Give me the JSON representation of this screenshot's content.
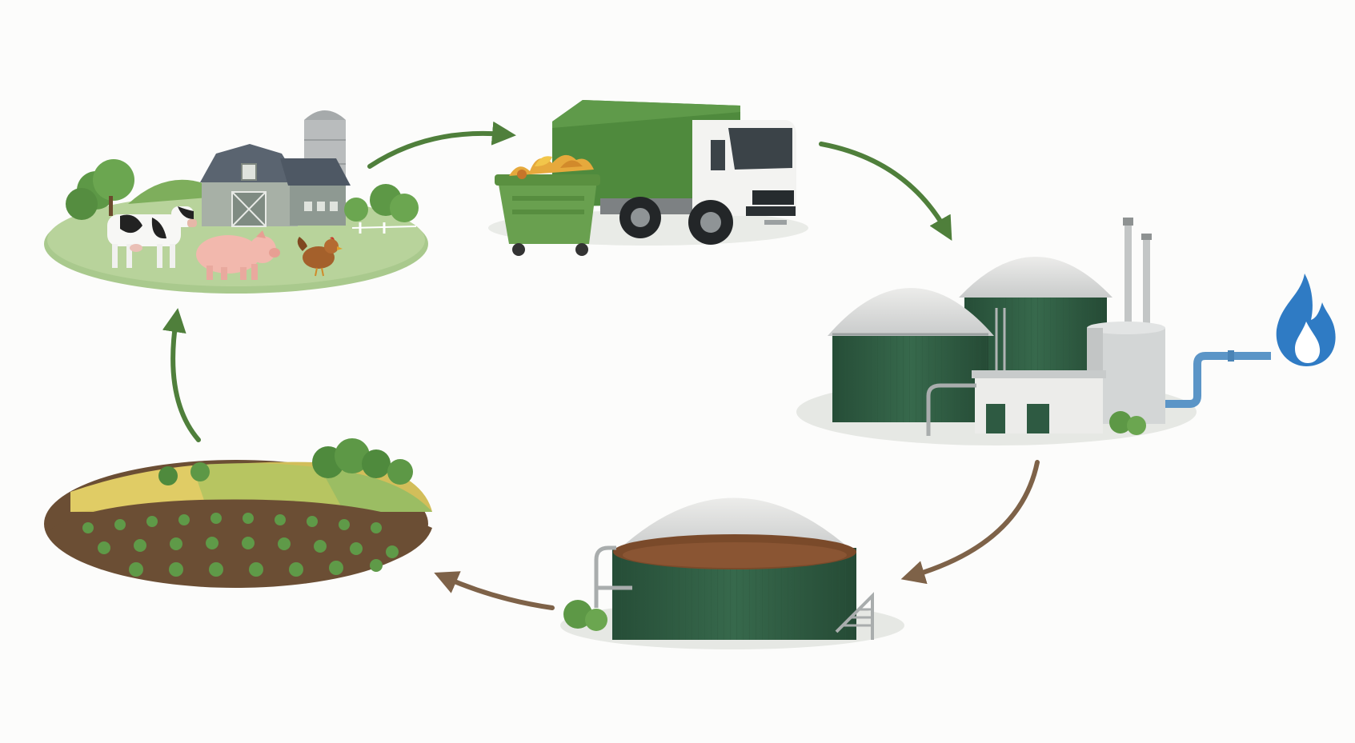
{
  "diagram": {
    "type": "cycle",
    "stages": [
      {
        "id": "farm",
        "icon": "farm-icon"
      },
      {
        "id": "collection",
        "icon": "garbage-truck-icon"
      },
      {
        "id": "biogas-plant",
        "icon": "biogas-plant-icon"
      },
      {
        "id": "digestate-storage",
        "icon": "digestate-tank-icon"
      },
      {
        "id": "fields",
        "icon": "crop-field-icon"
      }
    ],
    "outputs": [
      {
        "from": "biogas-plant",
        "icon": "gas-flame-icon"
      }
    ],
    "colors": {
      "arrow_green": "#4f7f3b",
      "arrow_brown": "#7e6248",
      "tank_green": "#2f5e43",
      "dome_gray": "#d9dcdc",
      "flame_blue": "#2f7bc4",
      "truck_green": "#4f8a3d",
      "pipe_blue": "#5b95c7"
    }
  }
}
